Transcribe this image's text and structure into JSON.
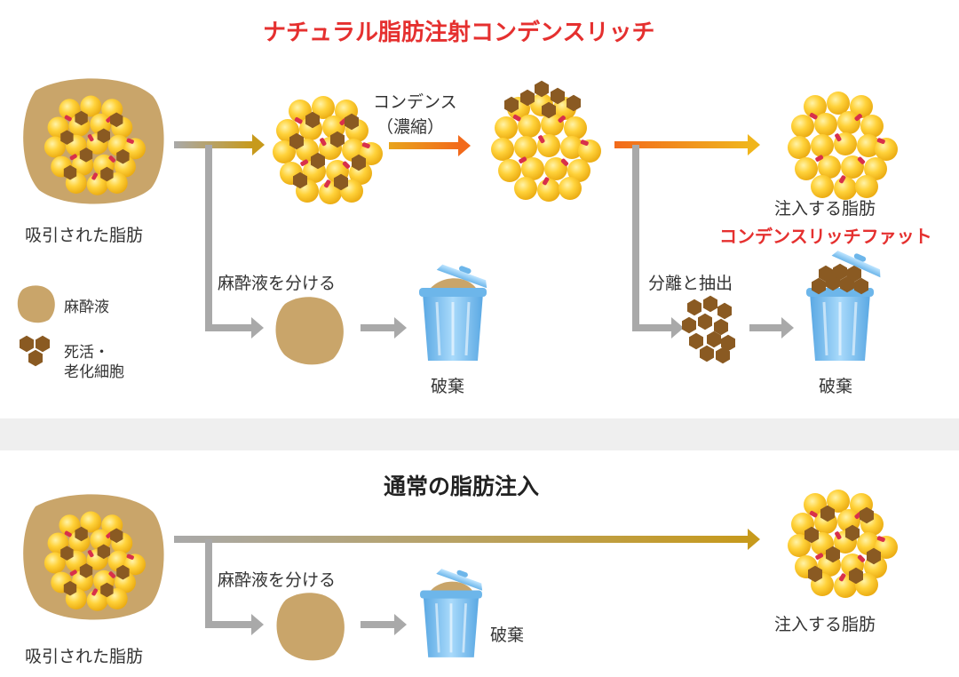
{
  "top": {
    "title": "ナチュラル脂肪注射コンデンスリッチ",
    "source_label": "吸引された脂肪",
    "condense_label_1": "コンデンス",
    "condense_label_2": "（濃縮）",
    "separate_label": "麻酔液を分ける",
    "extract_label": "分離と抽出",
    "discard_label_1": "破棄",
    "discard_label_2": "破棄",
    "inject_label": "注入する脂肪",
    "product_label": "コンデンスリッチファット"
  },
  "legend": {
    "anesthetic": "麻酔液",
    "dead_cells_1": "死活・",
    "dead_cells_2": "老化細胞"
  },
  "bottom": {
    "title": "通常の脂肪注入",
    "source_label": "吸引された脂肪",
    "separate_label": "麻酔液を分ける",
    "discard_label": "破棄",
    "inject_label": "注入する脂肪"
  },
  "colors": {
    "accent_red": "#e5302f",
    "fat_yellow": "#f5c21d",
    "anesthetic_tan": "#c9a56a",
    "dead_cell_brown": "#8a5a22",
    "bin_blue": "#7cc0ee",
    "arrow_gray": "#9a9a9a",
    "arrow_gold": "#c79a1c",
    "arrow_orange": "#f26a1b"
  },
  "icons": [
    "fat-cluster-icon",
    "anesthetic-blob-icon",
    "dead-cell-hexagon-icon",
    "trash-bin-icon",
    "arrow-icon"
  ]
}
